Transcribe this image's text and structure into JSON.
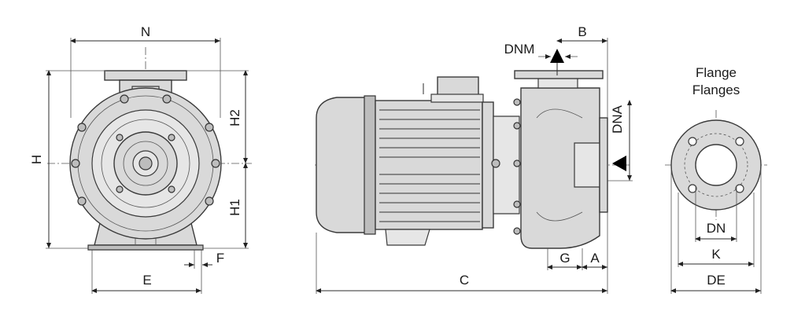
{
  "front_view": {
    "dim_top": "N",
    "dim_left": "H",
    "dim_upper_right": "H2",
    "dim_lower_right": "H1",
    "dim_bottom": "E",
    "dim_foot": "F"
  },
  "side_view": {
    "dim_outlet": "DNM",
    "dim_inlet": "DNA",
    "dim_top_right": "B",
    "dim_length": "C",
    "dim_bottom_g": "G",
    "dim_bottom_a": "A"
  },
  "flange_view": {
    "title_line1": "Flange",
    "title_line2": "Flanges",
    "dim_inner": "DN",
    "dim_bolt": "K",
    "dim_outer": "DE"
  },
  "colors": {
    "body_fill": "#d9d9d9",
    "line": "#2b2b2b",
    "arrow": "#000000"
  }
}
